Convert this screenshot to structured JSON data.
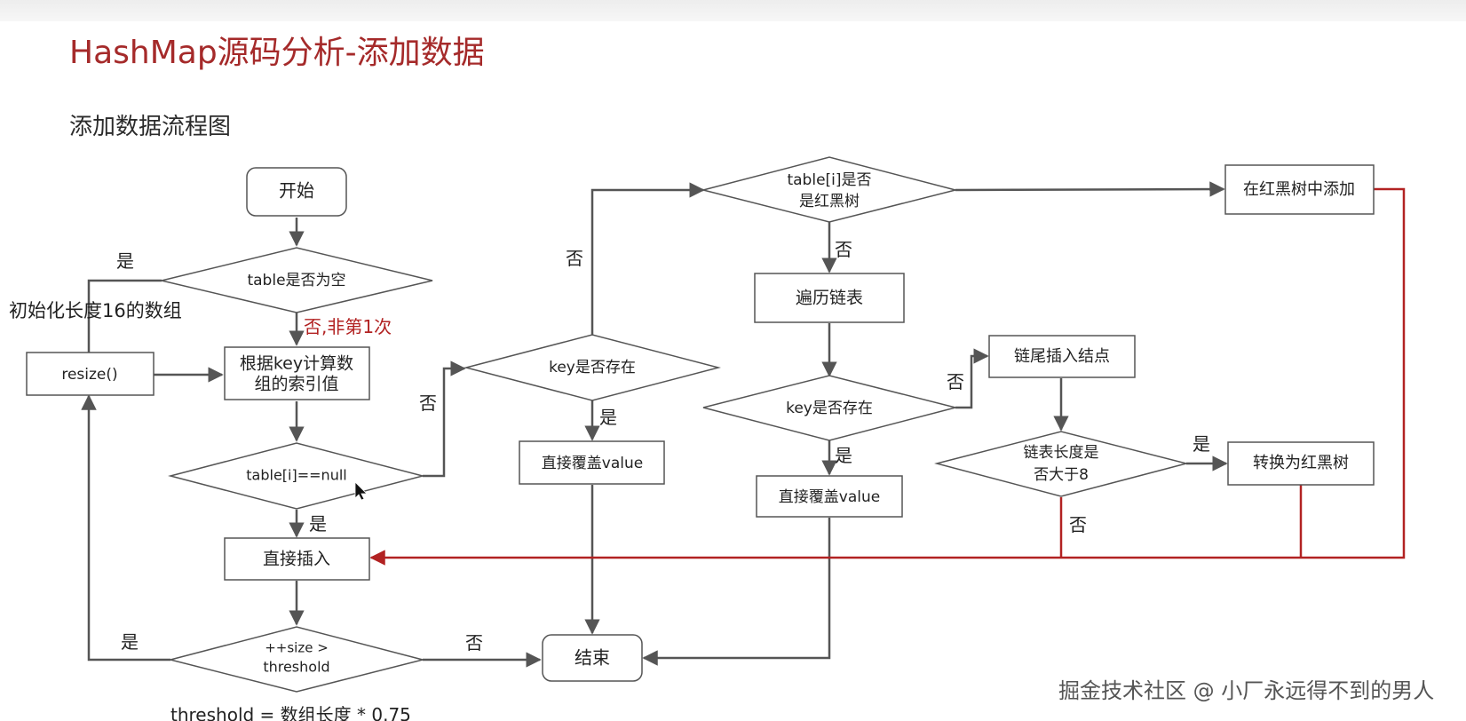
{
  "title": "HashMap源码分析-添加数据",
  "subtitle": "添加数据流程图",
  "watermark": "掘金技术社区 @ 小厂永远得不到的男人",
  "colors": {
    "line": "#555555",
    "accent": "#b22222",
    "title": "#a52a2a"
  },
  "nodes": {
    "start": "开始",
    "table_empty": "table是否为空",
    "init_array": "初始化长度16的数组",
    "resize": "resize()",
    "calc_index": [
      "根据key计算数",
      "组的索引值"
    ],
    "table_i_null": "table[i]==null",
    "direct_insert": "直接插入",
    "size_check": [
      "++size >",
      "threshold"
    ],
    "threshold_note": "threshold = 数组长度 * 0.75",
    "end": "结束",
    "key_exists_1": "key是否存在",
    "overwrite_1": "直接覆盖value",
    "is_rbtree": [
      "table[i]是否",
      "是红黑树"
    ],
    "rbtree_add": "在红黑树中添加",
    "traverse_list": "遍历链表",
    "key_exists_2": "key是否存在",
    "overwrite_2": "直接覆盖value",
    "tail_insert": "链尾插入结点",
    "list_len_check": [
      "链表长度是",
      "否大于8"
    ],
    "to_rbtree": "转换为红黑树"
  },
  "labels": {
    "yes": "是",
    "no": "否",
    "not_first": "否,非第1次"
  }
}
